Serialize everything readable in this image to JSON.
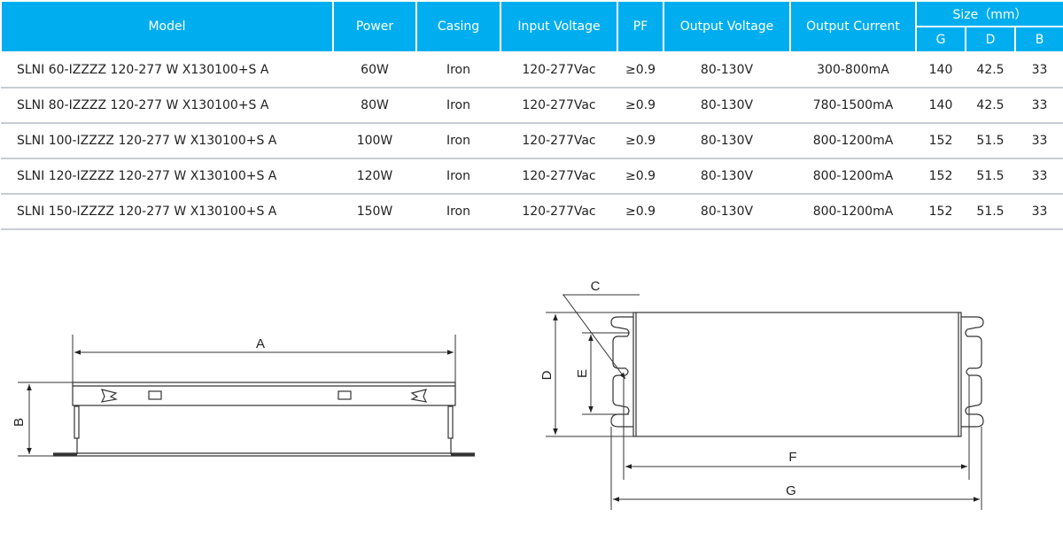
{
  "table": {
    "headers": {
      "model": "Model",
      "power": "Power",
      "casing": "Casing",
      "input_voltage": "Input Voltage",
      "pf": "PF",
      "output_voltage": "Output Voltage",
      "output_current": "Output Current",
      "size": "Size（mm）",
      "size_g": "G",
      "size_d": "D",
      "size_b": "B"
    },
    "rows": [
      {
        "model": "SLNI 60-IZZZZ 120-277 W X130100+S A",
        "power": "60W",
        "casing": "Iron",
        "input_voltage": "120-277Vac",
        "pf": "≥0.9",
        "output_voltage": "80-130V",
        "output_current": "300-800mA",
        "g": "140",
        "d": "42.5",
        "b": "33"
      },
      {
        "model": "SLNI 80-IZZZZ 120-277 W X130100+S A",
        "power": "80W",
        "casing": "Iron",
        "input_voltage": "120-277Vac",
        "pf": "≥0.9",
        "output_voltage": "80-130V",
        "output_current": "780-1500mA",
        "g": "140",
        "d": "42.5",
        "b": "33"
      },
      {
        "model": "SLNI 100-IZZZZ 120-277 W X130100+S A",
        "power": "100W",
        "casing": "Iron",
        "input_voltage": "120-277Vac",
        "pf": "≥0.9",
        "output_voltage": "80-130V",
        "output_current": "800-1200mA",
        "g": "152",
        "d": "51.5",
        "b": "33"
      },
      {
        "model": "SLNI 120-IZZZZ 120-277 W X130100+S A",
        "power": "120W",
        "casing": "Iron",
        "input_voltage": "120-277Vac",
        "pf": "≥0.9",
        "output_voltage": "80-130V",
        "output_current": "800-1200mA",
        "g": "152",
        "d": "51.5",
        "b": "33"
      },
      {
        "model": "SLNI 150-IZZZZ 120-277 W X130100+S A",
        "power": "150W",
        "casing": "Iron",
        "input_voltage": "120-277Vac",
        "pf": "≥0.9",
        "output_voltage": "80-130V",
        "output_current": "800-1200mA",
        "g": "152",
        "d": "51.5",
        "b": "33"
      }
    ]
  },
  "side_view": {
    "labels": {
      "a": "A",
      "b": "B"
    }
  },
  "top_view": {
    "labels": {
      "c": "C",
      "d": "D",
      "e": "E",
      "f": "F",
      "g": "G"
    }
  },
  "colors": {
    "header_bg": "#00aeef",
    "header_text": "#ffffff",
    "row_divider": "#c8ccd2"
  }
}
